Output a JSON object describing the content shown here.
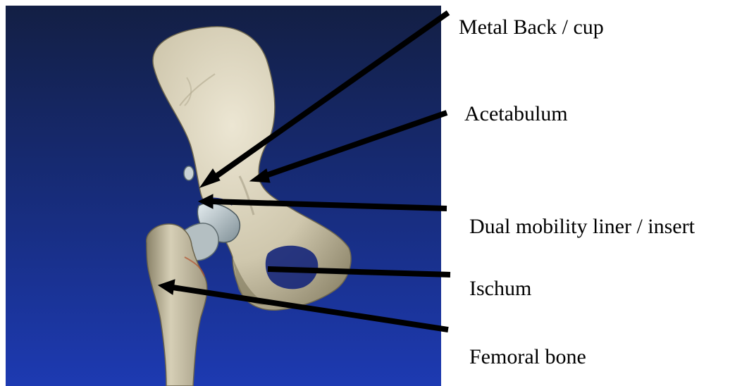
{
  "labels": [
    {
      "id": "metal-back",
      "text": "Metal Back / cup"
    },
    {
      "id": "acetabulum",
      "text": "Acetabulum"
    },
    {
      "id": "dual-mobility-liner",
      "text": "Dual mobility liner / insert"
    },
    {
      "id": "ischum",
      "text": "Ischum"
    },
    {
      "id": "femoral-bone",
      "text": "Femoral bone"
    }
  ],
  "colors": {
    "background_top": "#131f44",
    "background_bottom": "#1d3ab2",
    "bone_light": "#e8e2cf",
    "bone_mid": "#c9c1a8",
    "bone_shadow": "#8a8268",
    "implant": "#b8c6cc",
    "arrow": "#000000"
  },
  "icons": [
    "hip-anatomy-illustration",
    "arrow"
  ]
}
